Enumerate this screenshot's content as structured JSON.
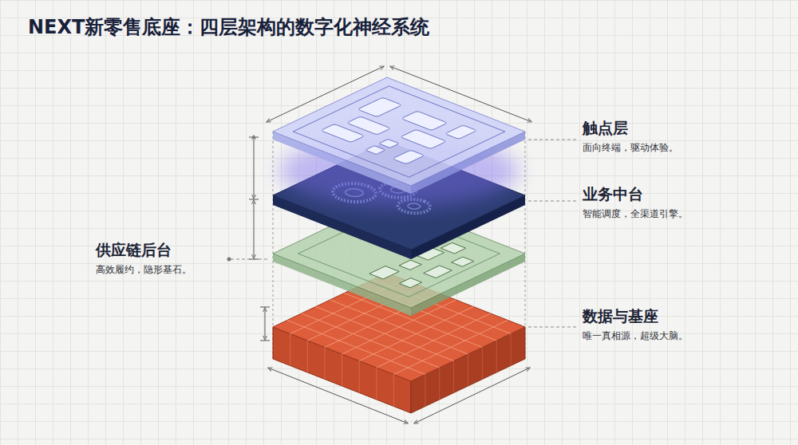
{
  "diagram": {
    "title": "NEXT新零售底座：四层架构的数字化神经系统",
    "nodes": [
      {
        "text": [
          "触点层",
          "面向终端，驱动体验。"
        ]
      },
      {
        "text": [
          "业务中台",
          "智能调度，全渠道引擎。"
        ]
      },
      {
        "text": [
          "供应链后台",
          "高效履约，隐形基石。"
        ]
      },
      {
        "text": [
          "数据与基座",
          "唯一真相源，超级大脑。"
        ]
      }
    ]
  }
}
